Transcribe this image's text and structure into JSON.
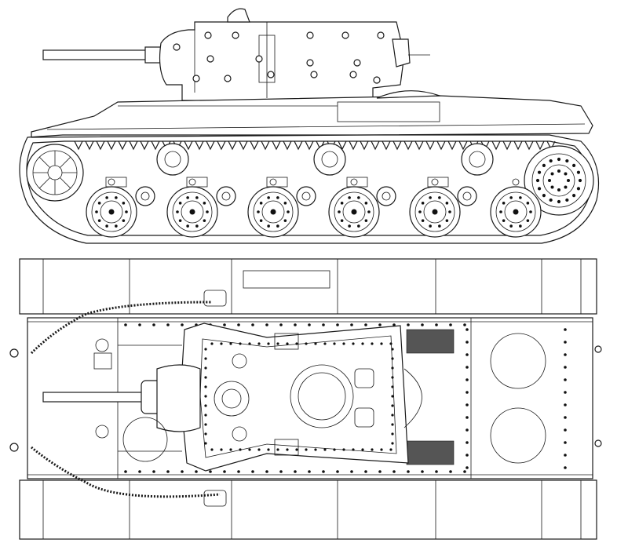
{
  "drawing": {
    "subject": "tank-technical-drawing",
    "views": [
      "side-view",
      "top-view"
    ],
    "line_color": "#1a1a1a",
    "background": "#ffffff",
    "side_view": {
      "road_wheel_count": 6,
      "return_roller_count": 3
    },
    "top_view": {
      "hatch_count": 2,
      "engine_grille_count": 2
    }
  }
}
